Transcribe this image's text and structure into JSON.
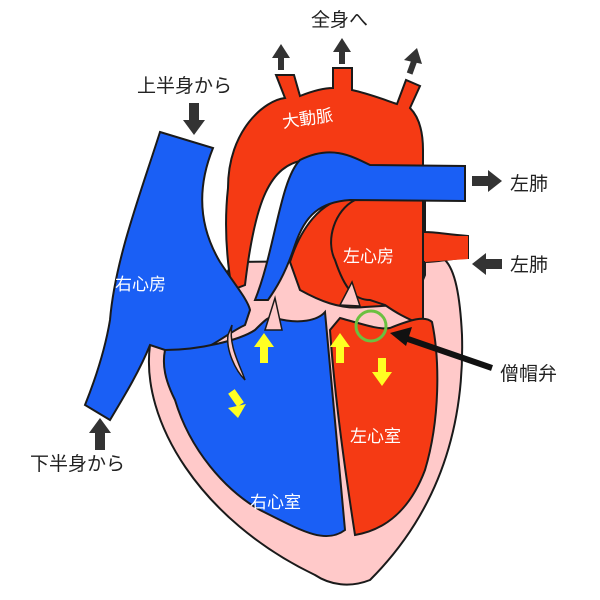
{
  "labels": {
    "whole_body": "全身へ",
    "aorta": "大動脈",
    "from_upper_body": "上半身から",
    "from_lower_body": "下半身から",
    "left_lung_top": "左肺",
    "left_lung_bottom": "左肺",
    "right_atrium": "右心房",
    "left_atrium": "左心房",
    "right_ventricle": "右心室",
    "left_ventricle": "左心室",
    "mitral_valve": "僧帽弁"
  },
  "colors": {
    "oxygen_poor_blood": "#1a5ff5",
    "oxygen_rich_blood": "#f53a14",
    "heart_wall": "#ffc9c9",
    "outline": "#1a1a1a",
    "flow_arrow": "#ffff22",
    "external_arrow": "#333333",
    "valve_highlight": "#6cc040"
  }
}
